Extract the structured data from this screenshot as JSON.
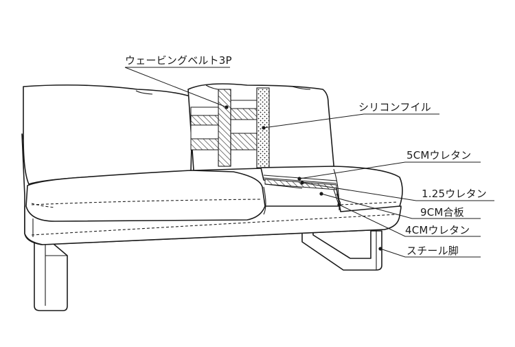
{
  "labels": {
    "webbing_belt": "ウェービングベルト3P",
    "silicon_fill": "シリコンフイル",
    "urethane_5cm": "5CMウレタン",
    "urethane_125": "1.25ウレタン",
    "plywood_9cm": "9CM合板",
    "urethane_4cm": "4CMウレタン",
    "steel_leg": "スチール脚"
  }
}
